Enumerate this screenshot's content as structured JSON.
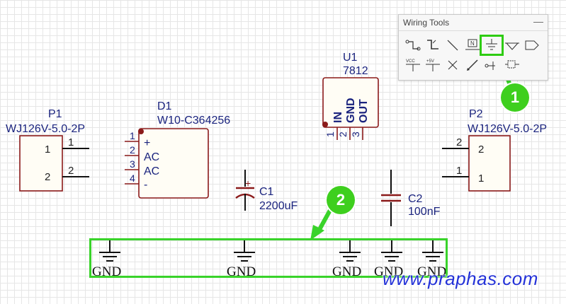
{
  "panel": {
    "title": "Wiring Tools",
    "minimize": "—",
    "tools_row1": [
      "wire-tool-icon",
      "bus-tool-icon",
      "line-tool-icon",
      "net-label-icon",
      "ground-icon",
      "net-port-icon",
      "netflag-arrow-icon"
    ],
    "tools_row2": [
      "vcc-icon",
      "plus5v-icon",
      "no-connect-icon",
      "pen-icon",
      "bus-entry-icon",
      "pin-icon"
    ],
    "vcc_text": "VCC",
    "plus5v_text": "+5V",
    "net_n_text": "N"
  },
  "callouts": {
    "one": "1",
    "two": "2"
  },
  "components": {
    "p1": {
      "ref": "P1",
      "value": "WJ126V-5.0-2P",
      "pins": [
        "1",
        "2"
      ],
      "pin_nums": [
        "1",
        "2"
      ]
    },
    "d1": {
      "ref": "D1",
      "value": "W10-C364256",
      "pins": [
        "+",
        "AC",
        "AC",
        "-"
      ],
      "pin_nums": [
        "1",
        "2",
        "3",
        "4"
      ]
    },
    "u1": {
      "ref": "U1",
      "value": "7812",
      "pins": [
        "IN",
        "GND",
        "OUT"
      ],
      "pin_nums": [
        "1",
        "2",
        "3"
      ]
    },
    "p2": {
      "ref": "P2",
      "value": "WJ126V-5.0-2P",
      "pins": [
        "2",
        "1"
      ],
      "pin_nums": [
        "2",
        "1"
      ]
    },
    "c1": {
      "ref": "C1",
      "value": "2200uF",
      "polarity": "+"
    },
    "c2": {
      "ref": "C2",
      "value": "100nF"
    }
  },
  "grounds": [
    "GND",
    "GND",
    "GND",
    "GND",
    "GND"
  ],
  "watermark": "www.praphas.com",
  "colors": {
    "highlight": "#39d32a",
    "component": "#8b1a1a",
    "label": "#1a237e",
    "watermark": "#2432d8"
  }
}
